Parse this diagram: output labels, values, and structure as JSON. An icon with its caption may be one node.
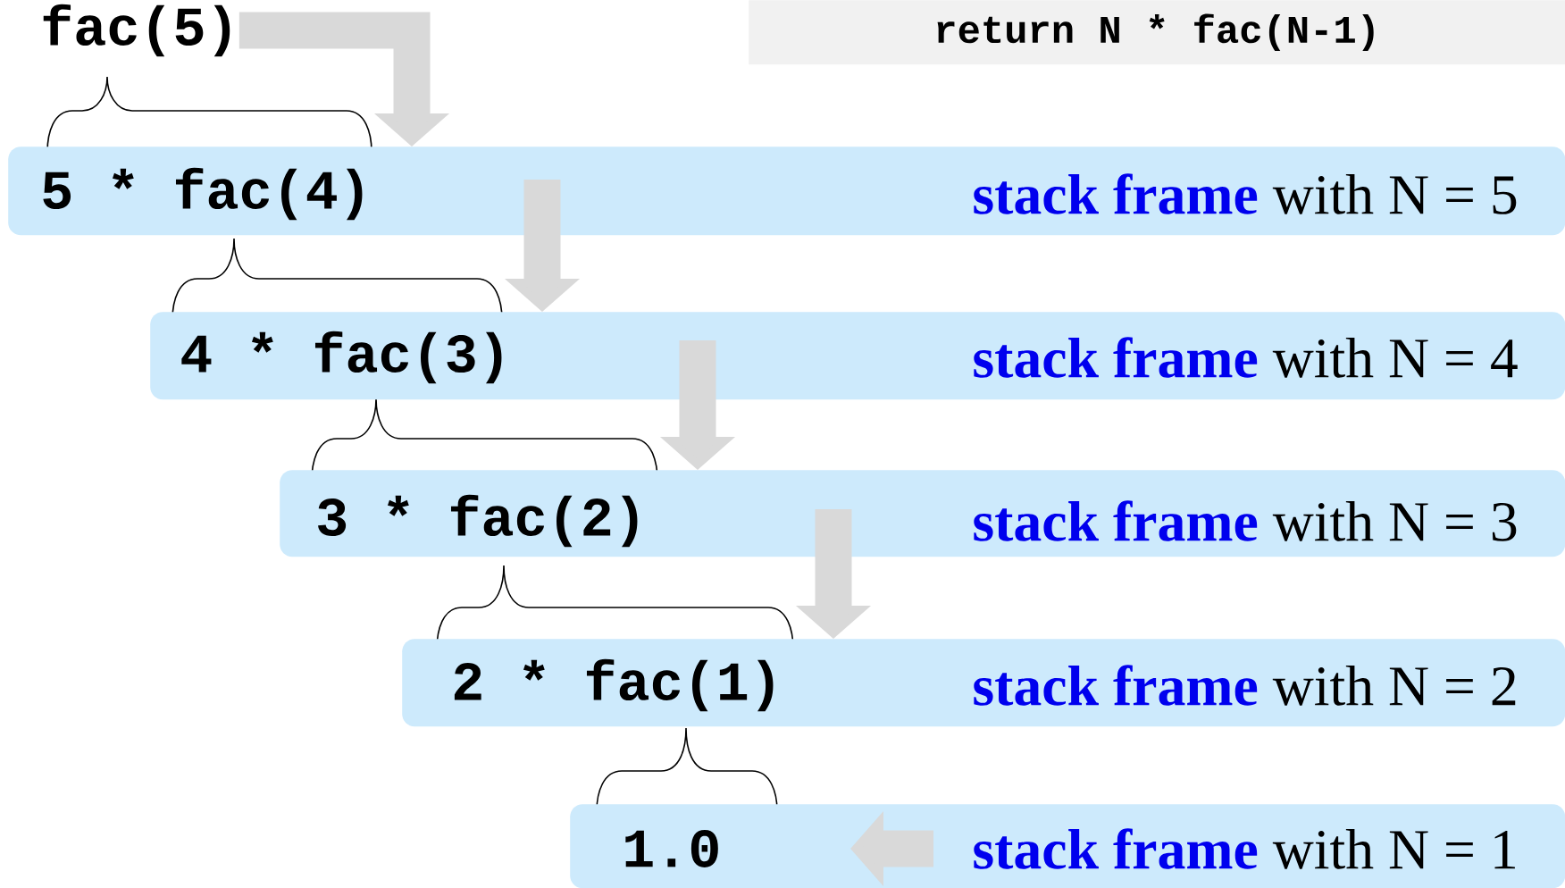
{
  "diagram": {
    "nodes": [
      {
        "text": [
          "fac(5)"
        ]
      },
      {
        "text": [
          "return N * fac(N-1)"
        ]
      },
      {
        "text": [
          "5 * fac(4)",
          "**stack frame** with N = 5"
        ]
      },
      {
        "text": [
          "4 * fac(3)",
          "**stack frame** with N = 4"
        ]
      },
      {
        "text": [
          "3 * fac(2)",
          "**stack frame** with N = 3"
        ]
      },
      {
        "text": [
          "2 * fac(1)",
          "**stack frame** with N = 2"
        ]
      },
      {
        "text": [
          "1.0",
          "**stack frame** with N = 1"
        ]
      }
    ],
    "edges": [
      {
        "from": 0,
        "to": 2,
        "arrow": "to"
      },
      {
        "from": 2,
        "to": 3,
        "arrow": "to"
      },
      {
        "from": 3,
        "to": 4,
        "arrow": "to"
      },
      {
        "from": 4,
        "to": 5,
        "arrow": "to"
      }
    ]
  }
}
